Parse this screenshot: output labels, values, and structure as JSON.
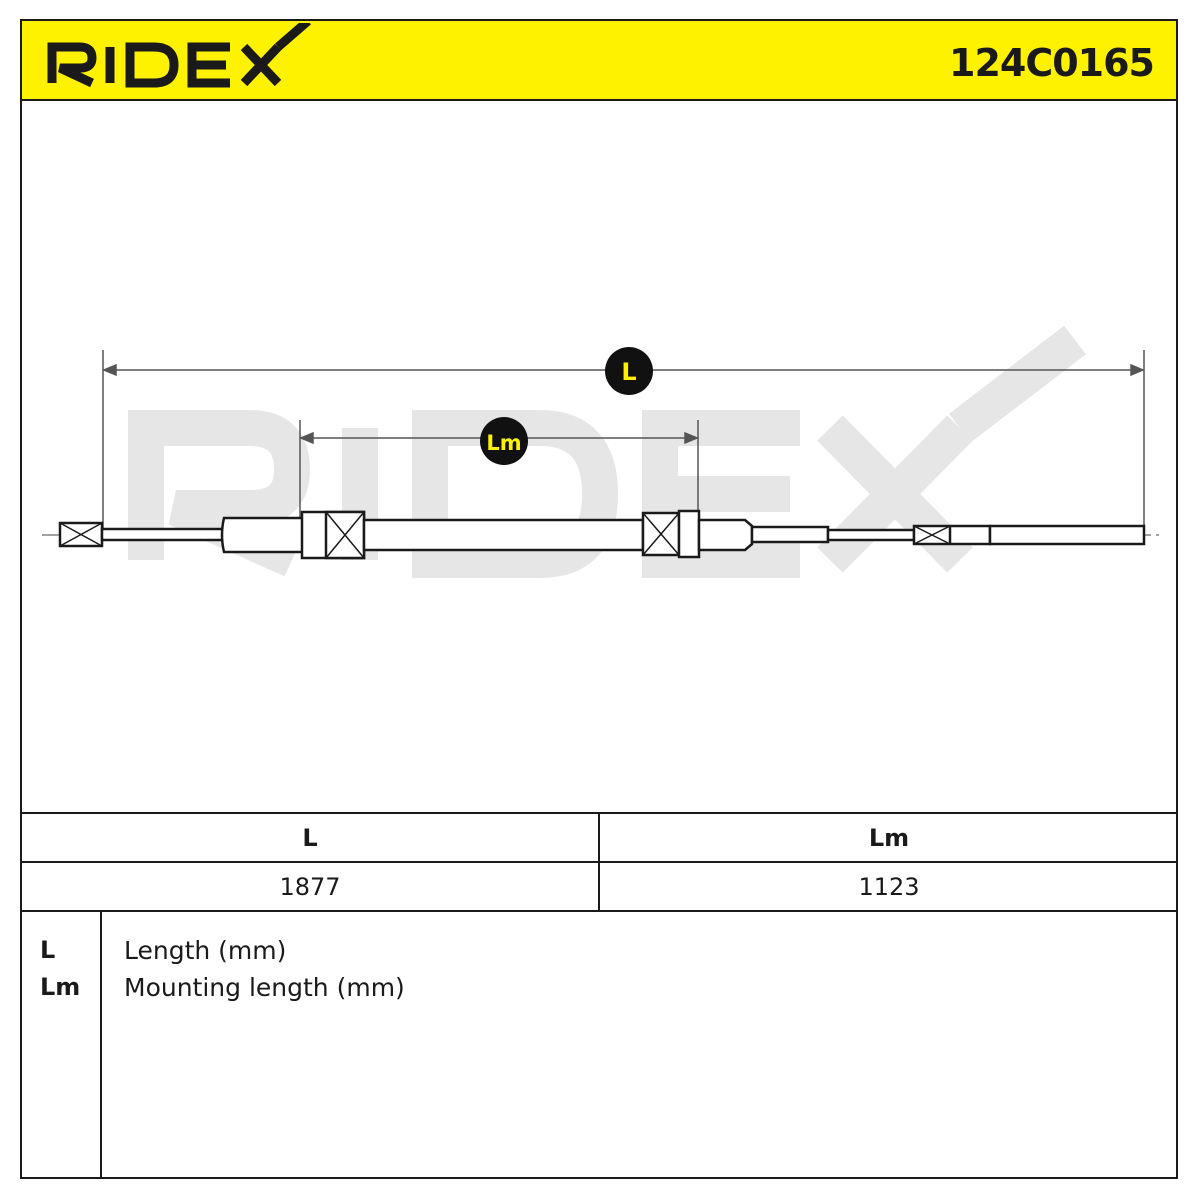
{
  "header": {
    "brand": "RIDEX",
    "part_number": "124C0165",
    "accent_color": "#FFF200"
  },
  "diagram": {
    "dimension_L_label": "L",
    "dimension_Lm_label": "Lm",
    "watermark": "RIDEX",
    "badge_color": "#111111",
    "badge_text_color": "#FFF200"
  },
  "table": {
    "headers": [
      "L",
      "Lm"
    ],
    "values": [
      "1877",
      "1123"
    ]
  },
  "legend": {
    "items": [
      {
        "key": "L",
        "text": "Length (mm)"
      },
      {
        "key": "Lm",
        "text": "Mounting length (mm)"
      }
    ]
  }
}
